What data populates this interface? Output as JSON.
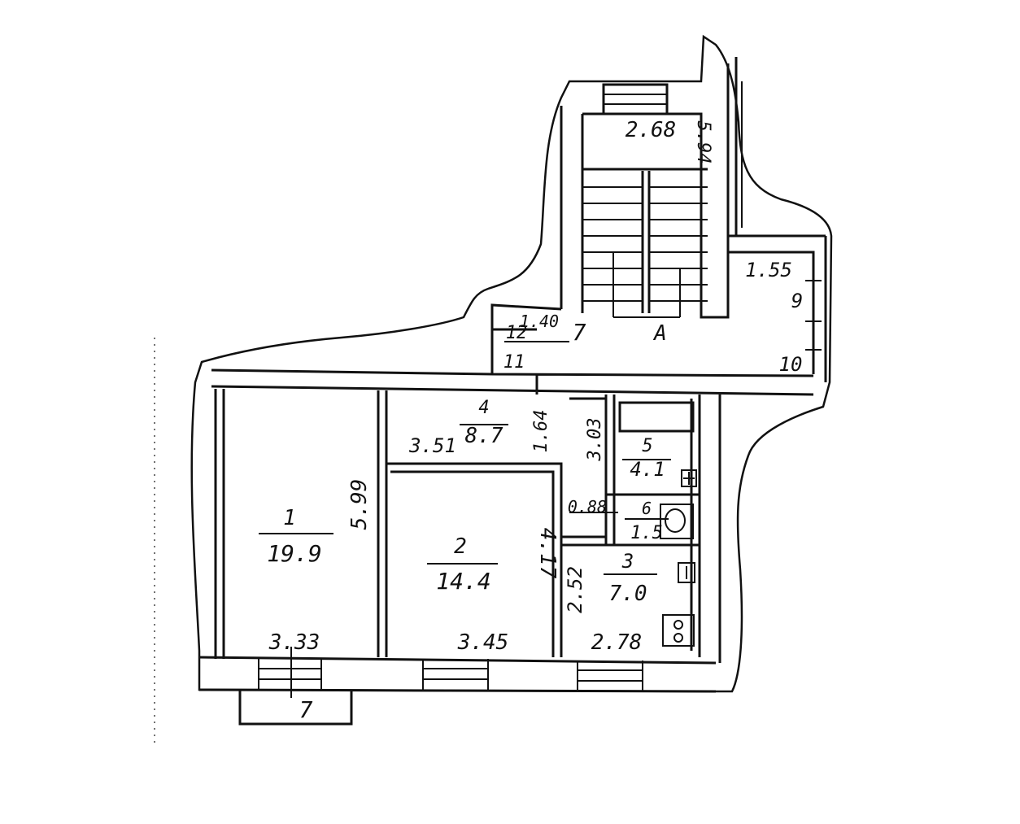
{
  "rooms": [
    {
      "number": "1",
      "area": "19.9"
    },
    {
      "number": "2",
      "area": "14.4"
    },
    {
      "number": "3",
      "area": "7.0"
    },
    {
      "number": "4",
      "area": "8.7"
    },
    {
      "number": "5",
      "area": "4.1"
    },
    {
      "number": "6",
      "area": "1.5"
    }
  ],
  "corridor_labels": {
    "n7": "7",
    "n9": "9",
    "n10": "10",
    "n11": "11",
    "n12": "12",
    "stair_mark": "A",
    "balcony": "7"
  },
  "dimensions": {
    "stair_width": "2.68",
    "stair_length": "5.94",
    "landing_width": "1.55",
    "corridor_width": "1.40",
    "room1_width": "3.33",
    "room1_depth": "5.99",
    "room2_width": "3.45",
    "room2_depth": "4.17",
    "room3_width": "2.78",
    "room3_depth": "2.52",
    "room4_width": "3.51",
    "room4_depth": "1.64",
    "room5_depth": "3.03",
    "room6_width": "0.88"
  },
  "colors": {
    "ink": "#111111",
    "paper": "#ffffff"
  }
}
